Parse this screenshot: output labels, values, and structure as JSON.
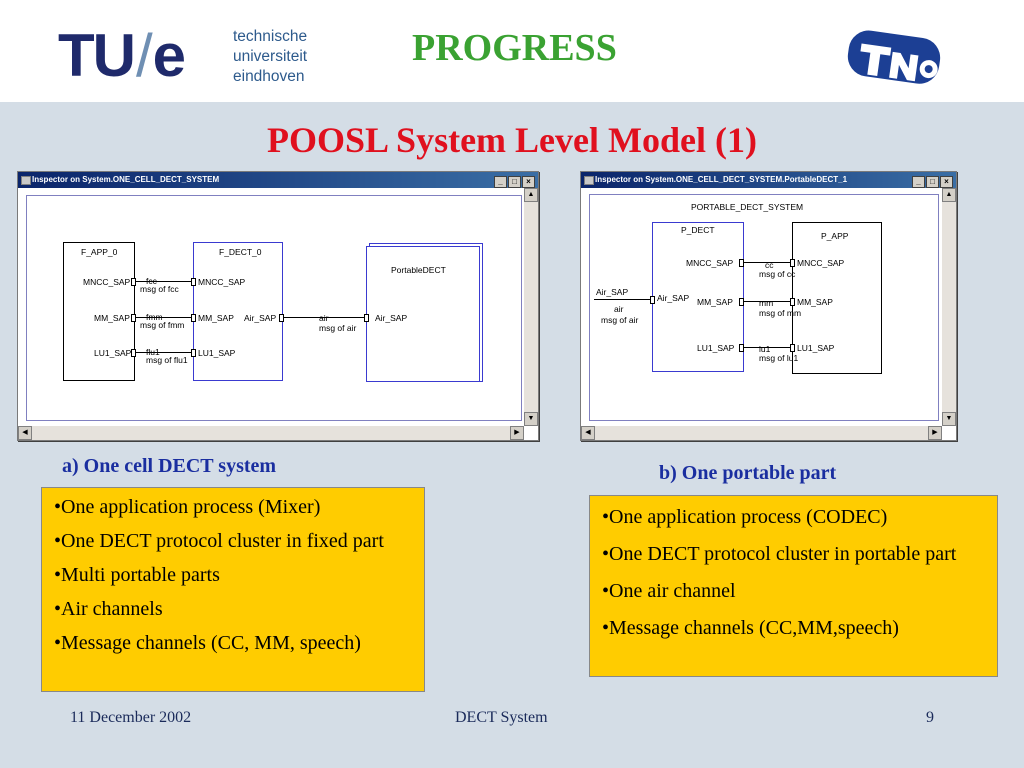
{
  "header": {
    "tue_logo": {
      "tu": "TU",
      "slash": "/",
      "e": "e"
    },
    "tue_subtitle": [
      "technische",
      "universiteit",
      "eindhoven"
    ],
    "section_title": "PROGRESS",
    "tno_logo_text": "TNO"
  },
  "slide_title": "POOSL System Level Model (1)",
  "window_a": {
    "title": "Inspector on System.ONE_CELL_DECT_SYSTEM",
    "buttons": [
      "_",
      "□",
      "×"
    ],
    "blocks": {
      "app": "F_APP_0",
      "dect": "F_DECT_0",
      "portable": "PortableDECT"
    },
    "ports": {
      "app_mncc": "MNCC_SAP",
      "app_mm": "MM_SAP",
      "app_lu1": "LU1_SAP",
      "dect_mncc": "MNCC_SAP",
      "dect_mm": "MM_SAP",
      "dect_lu1": "LU1_SAP",
      "dect_air": "Air_SAP",
      "portable_air": "Air_SAP"
    },
    "channels": {
      "fcc": "fcc",
      "fcc_msg": "msg of fcc",
      "fmm": "fmm",
      "fmm_msg": "msg of fmm",
      "flu1": "flu1",
      "flu1_msg": "msg of flu1",
      "air": "air",
      "air_msg": "msg of air"
    }
  },
  "window_b": {
    "title": "Inspector on System.ONE_CELL_DECT_SYSTEM.PortableDECT_1",
    "buttons": [
      "_",
      "□",
      "×"
    ],
    "system_label": "PORTABLE_DECT_SYSTEM",
    "blocks": {
      "dect": "P_DECT",
      "app": "P_APP"
    },
    "ports": {
      "left_air": "Air_SAP",
      "dect_air": "Air_SAP",
      "dect_mncc": "MNCC_SAP",
      "dect_mm": "MM_SAP",
      "dect_lu1": "LU1_SAP",
      "app_mncc": "MNCC_SAP",
      "app_mm": "MM_SAP",
      "app_lu1": "LU1_SAP"
    },
    "channels": {
      "air": "air",
      "air_msg": "msg of air",
      "cc": "cc",
      "cc_msg": "msg of cc",
      "mm": "mm",
      "mm_msg": "msg of mm",
      "lu1": "lu1",
      "lu1_msg": "msg of lu1"
    }
  },
  "caption_a": "a) One cell DECT system",
  "caption_b": "b) One  portable part",
  "box_a": [
    "•One application process (Mixer)",
    "•One DECT protocol cluster in fixed part",
    "•Multi portable parts",
    "•Air channels",
    "•Message channels (CC, MM, speech)"
  ],
  "box_b": [
    "•One application process (CODEC)",
    "•One DECT protocol cluster in portable part",
    "•One air channel",
    "•Message channels (CC,MM,speech)"
  ],
  "footer": {
    "date": "11 December 2002",
    "topic": "DECT System",
    "page": "9"
  },
  "colors": {
    "background": "#d4dde6",
    "title_red": "#e0101e",
    "progress_green": "#3aa232",
    "caption_blue": "#1a2ea0",
    "box_yellow": "#ffcc00",
    "tue_navy": "#1f2a6b",
    "tno_blue": "#1c3f94"
  }
}
